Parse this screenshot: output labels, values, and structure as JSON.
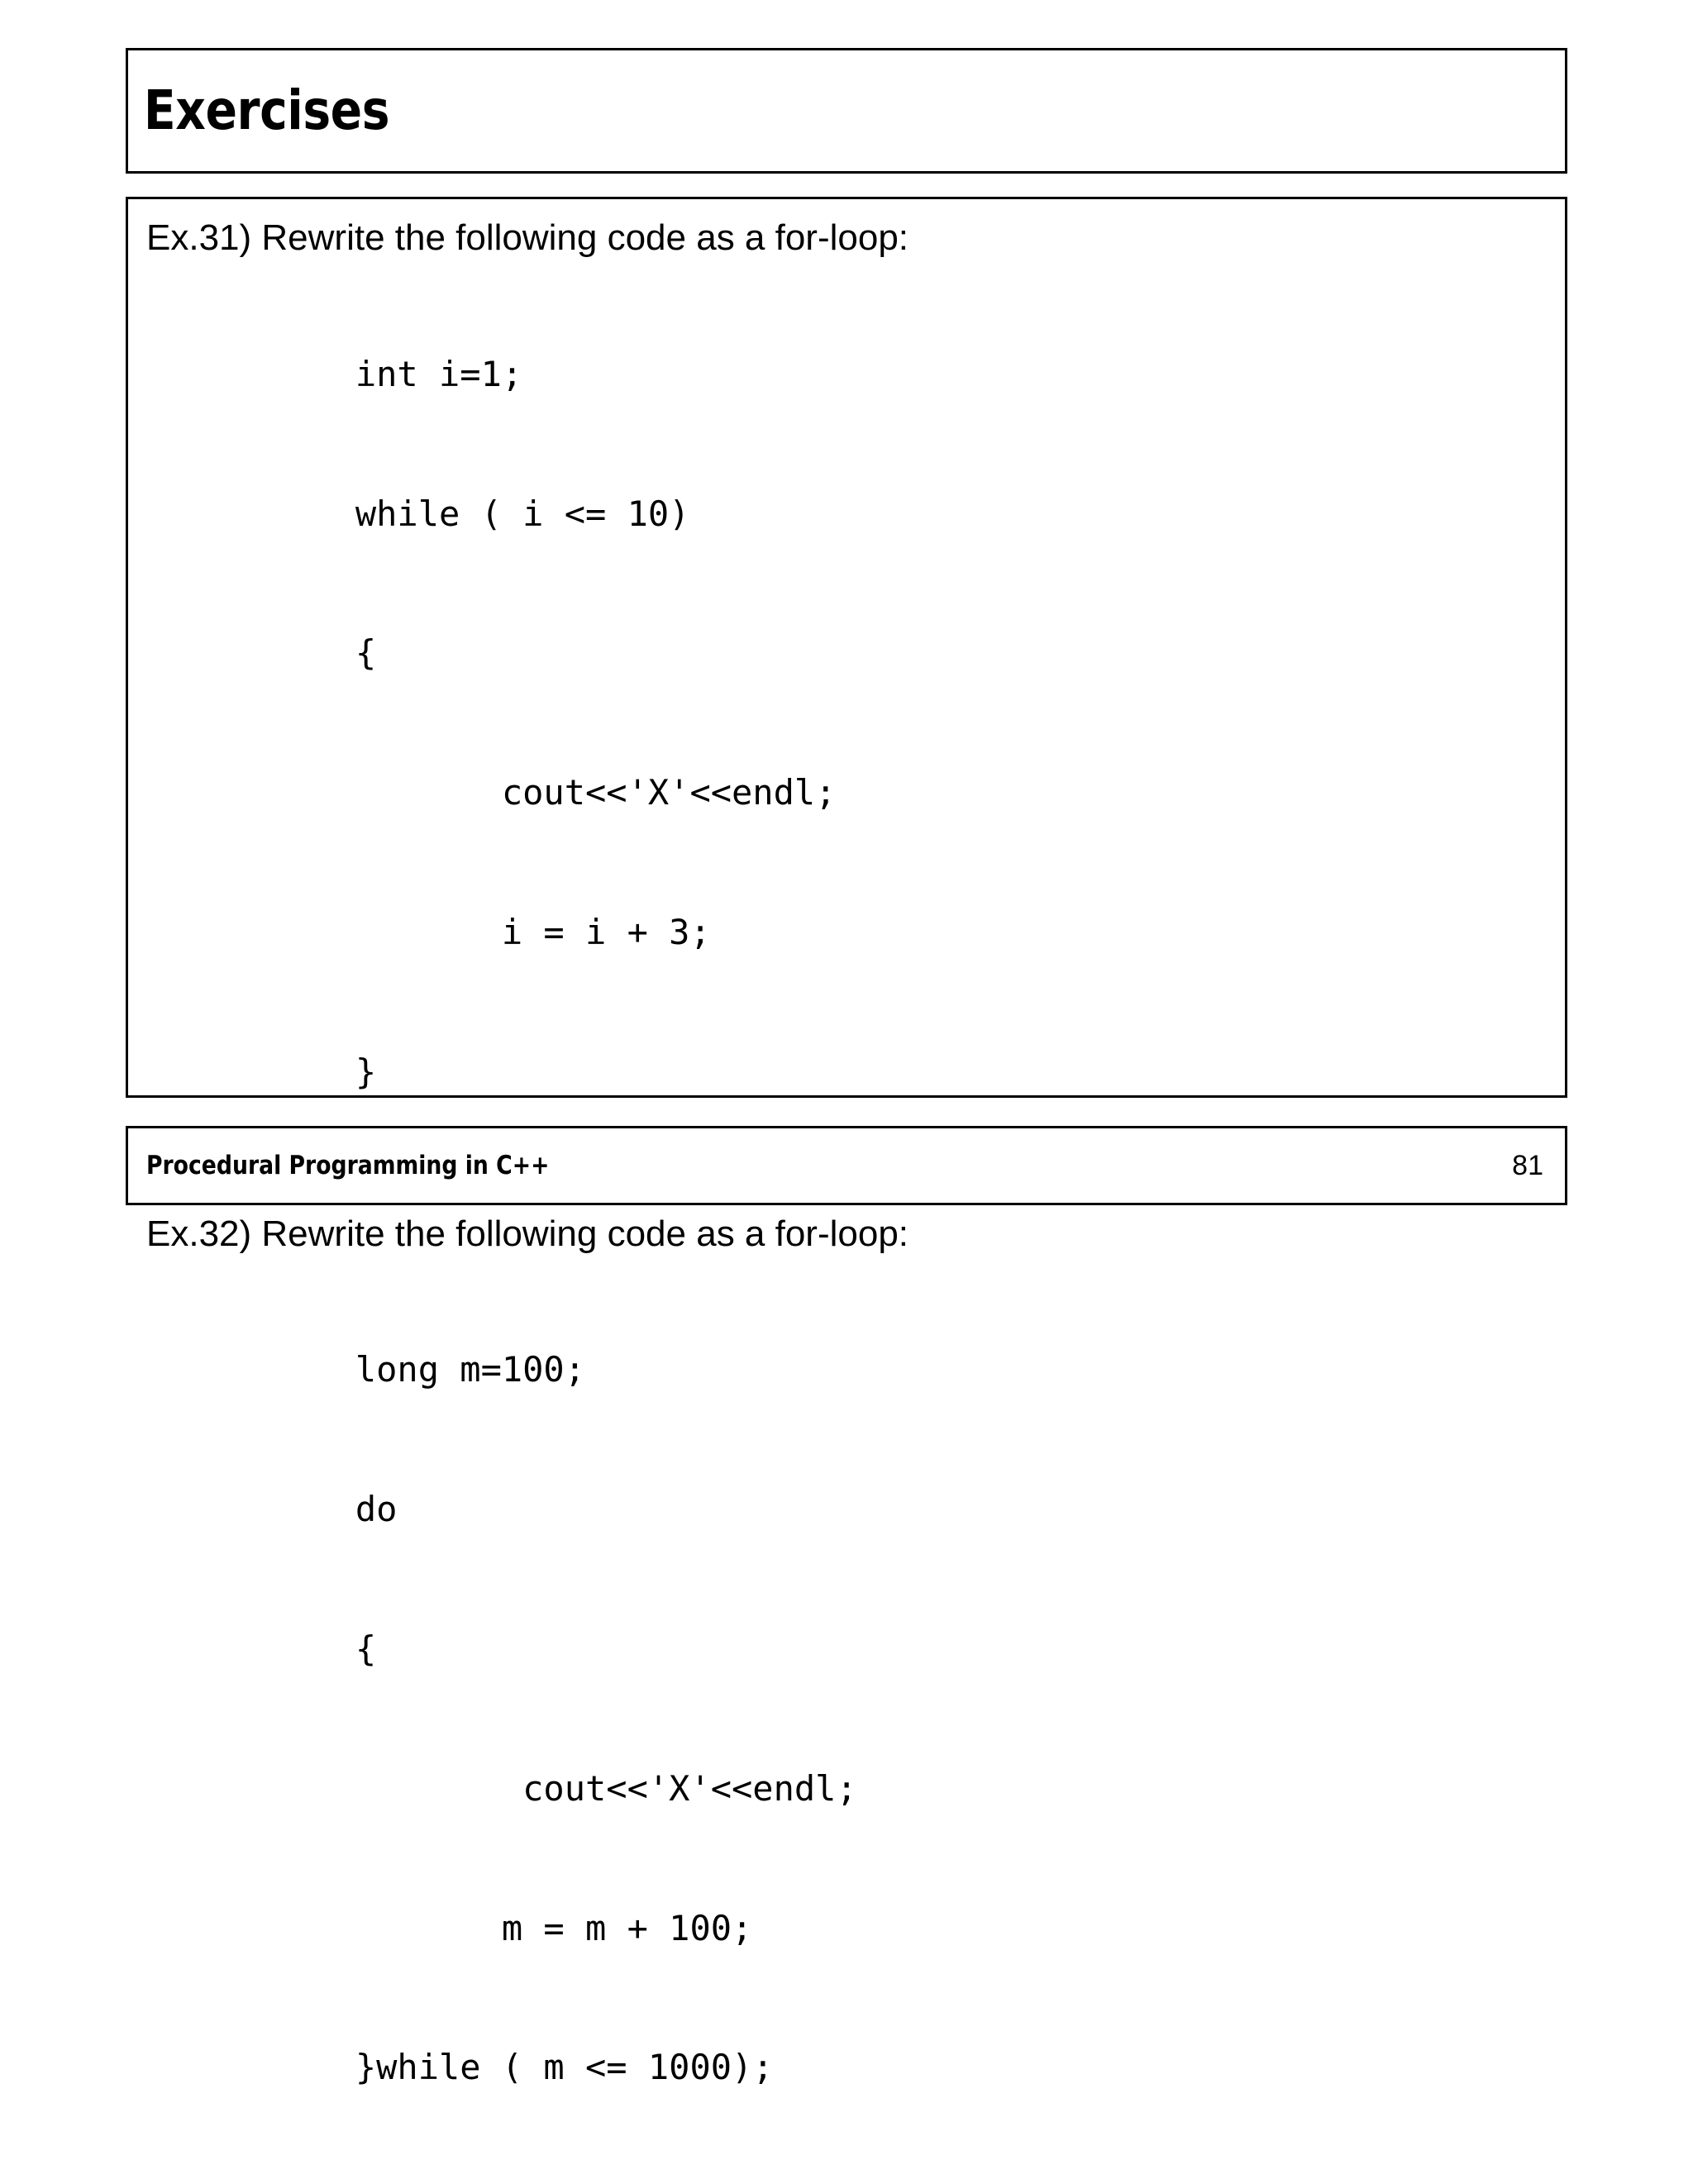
{
  "slide": {
    "title": "Exercises",
    "page_number": "81",
    "footer_text": "Procedural Programming in C++",
    "border_color": "#000000",
    "background_color": "#ffffff",
    "text_color": "#000000"
  },
  "exercises": [
    {
      "heading": "Ex.31) Rewrite the following code as a for-loop:",
      "code_lines": [
        "          int i=1;",
        "          while ( i <= 10)",
        "          {",
        "                 cout<<'X'<<endl;",
        "                 i = i + 3;",
        "          }"
      ]
    },
    {
      "heading": "Ex.32) Rewrite the following code as a for-loop:",
      "code_lines": [
        "          long m=100;",
        "          do",
        "          {",
        "                  cout<<'X'<<endl;",
        "                 m = m + 100;",
        "          }while ( m <= 1000);"
      ]
    }
  ]
}
